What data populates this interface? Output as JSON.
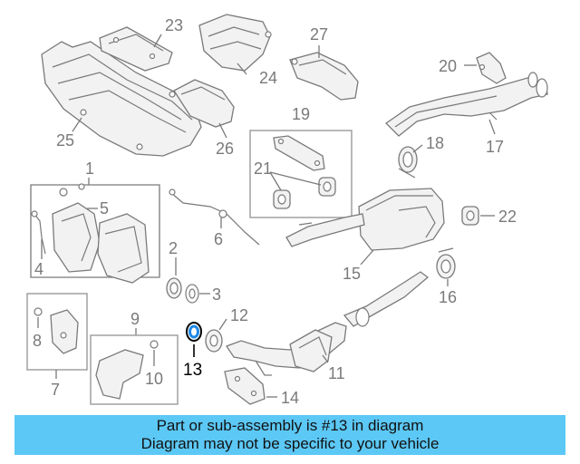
{
  "callouts": {
    "c1": "1",
    "c2": "2",
    "c3": "3",
    "c4": "4",
    "c5": "5",
    "c6": "6",
    "c7": "7",
    "c8": "8",
    "c9": "9",
    "c10": "10",
    "c11": "11",
    "c12": "12",
    "c13": "13",
    "c14": "14",
    "c15": "15",
    "c16": "16",
    "c17": "17",
    "c18": "18",
    "c19": "19",
    "c20": "20",
    "c21": "21",
    "c22": "22",
    "c23": "23",
    "c24": "24",
    "c25": "25",
    "c26": "26",
    "c27": "27"
  },
  "highlight_part": "13",
  "colors": {
    "banner": "#5cc8f5",
    "line_art": "#7a7a7a",
    "highlight": "#1e88e5"
  },
  "banner": {
    "line1": "Part or sub-assembly is #13 in diagram",
    "line2": "Diagram may not be specific to your vehicle"
  }
}
